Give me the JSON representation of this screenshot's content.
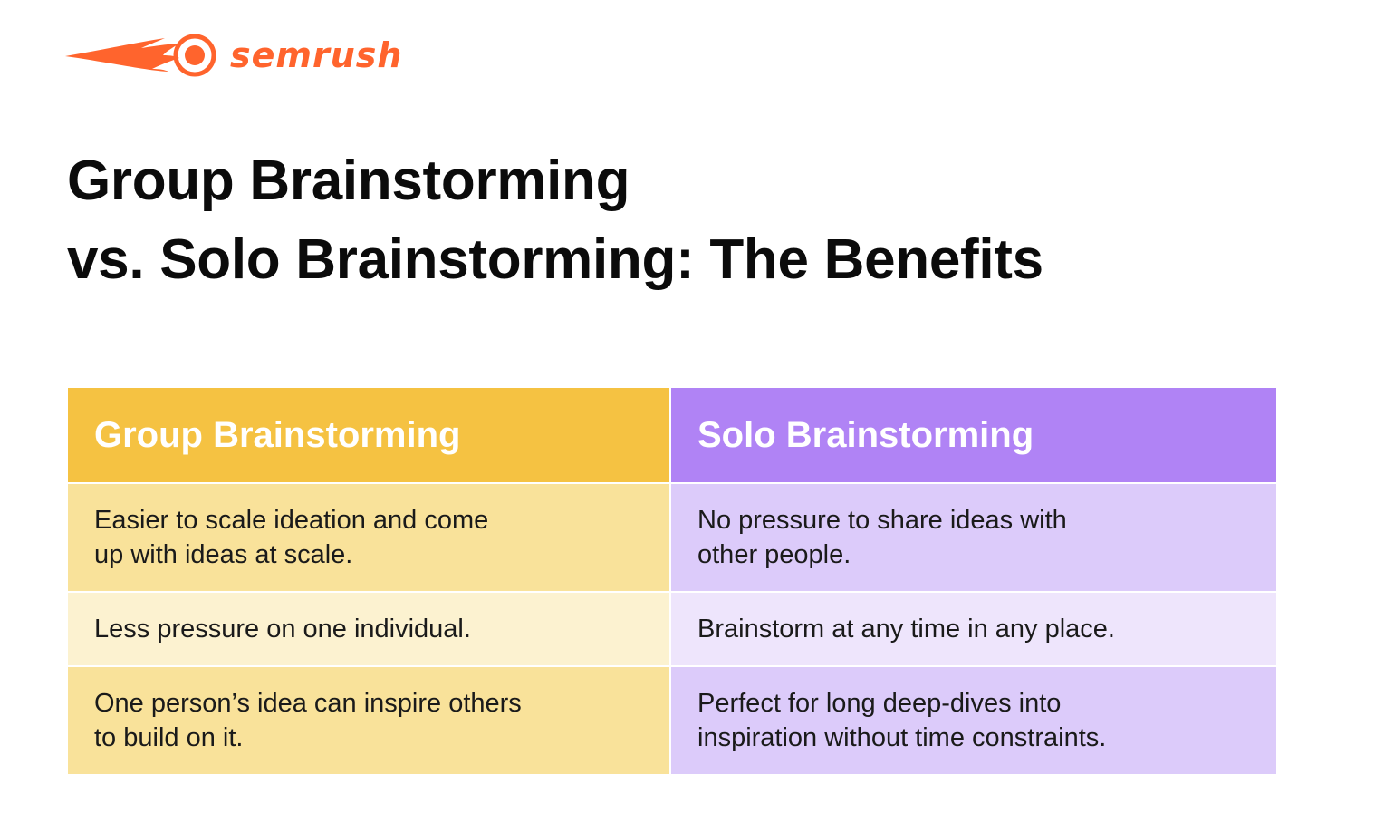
{
  "brand": {
    "name": "semrush",
    "color": "#ff642d"
  },
  "title": {
    "line1": "Group Brainstorming",
    "line2": "vs. Solo Brainstorming: The Benefits"
  },
  "colors": {
    "group_header": "#f5c242",
    "group_cell_strong": "#f9e29a",
    "group_cell_light": "#fcf2d0",
    "solo_header": "#b083f5",
    "solo_cell_strong": "#dccbfa",
    "solo_cell_light": "#eee5fc"
  },
  "table": {
    "headers": [
      "Group Brainstorming",
      "Solo Brainstorming"
    ],
    "rows": [
      {
        "group": "Easier to scale ideation and come\nup with ideas at scale.",
        "solo": "No pressure to share ideas with\nother people."
      },
      {
        "group": "Less pressure on one individual.",
        "solo": "Brainstorm at any time in any place."
      },
      {
        "group": "One person’s idea can inspire others\nto build on it.",
        "solo": "Perfect for long deep-dives into\ninspiration without time constraints."
      }
    ]
  }
}
